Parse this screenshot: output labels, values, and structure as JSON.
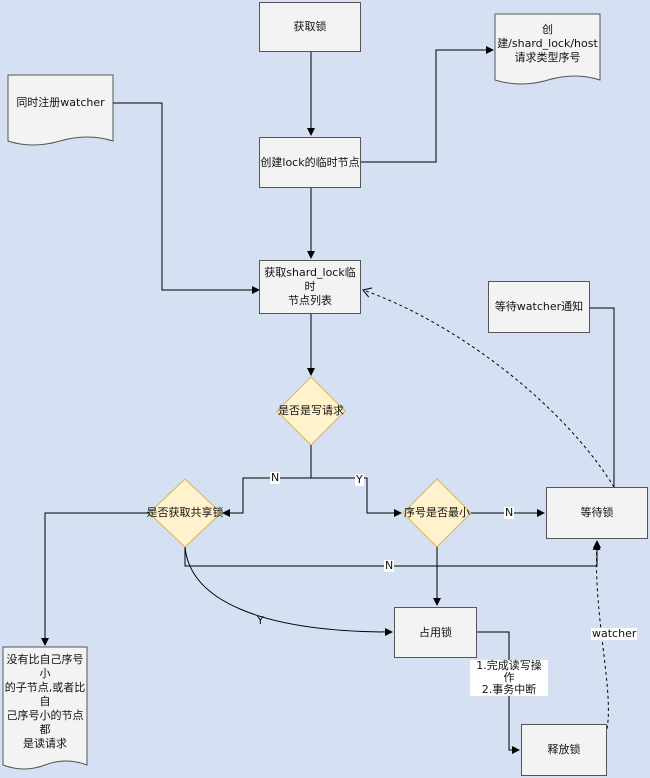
{
  "nodes": {
    "acquire_lock": "获取锁",
    "create_temp_node": "创建lock的临时节点",
    "doc_create_path": "创建/shard_lock/host\n请求类型序号",
    "doc_register_watcher": "同时注册watcher",
    "get_node_list": "获取shard_lock临时\n节点列表",
    "is_write_request": "是否是写请求",
    "acquire_shared_lock": "是否获取共享锁",
    "is_seq_smallest": "序号是否最小",
    "wait_lock": "等待锁",
    "wait_watcher_notify": "等待watcher通知",
    "occupy_lock": "占用锁",
    "release_lock": "释放锁",
    "doc_no_smaller": "没有比自己序号小\n的子节点,或者比自\n己序号小的节点都\n是读请求"
  },
  "edge_labels": {
    "N_left": "N",
    "Y_right": "Y",
    "N_to_wait": "N",
    "N_shared_to_wait": "N",
    "Y_shared_to_occupy": "Y",
    "ops": "1.完成读写操作\n2.事务中断",
    "watcher": "watcher"
  },
  "colors": {
    "background": "#d5e1f3",
    "process_fill": "#f3f3f3",
    "decision_fill": "#fff2cc",
    "decision_stroke": "#d6b656",
    "line": "#000000"
  }
}
